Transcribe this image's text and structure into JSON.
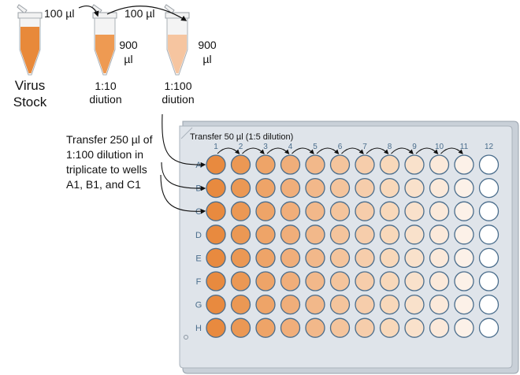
{
  "tubes": [
    {
      "label_lines": [
        "Virus",
        "Stock"
      ],
      "volume_lines": [],
      "fill_color": "#e8893a"
    },
    {
      "label_lines": [
        "1:10",
        "diution"
      ],
      "volume_lines": [
        "900",
        "µl"
      ],
      "fill_color": "#ee9a52"
    },
    {
      "label_lines": [
        "1:100",
        "diution"
      ],
      "volume_lines": [
        "900",
        "µl"
      ],
      "fill_color": "#f6c5a0"
    }
  ],
  "transfers": [
    "100 µl",
    "100 µl"
  ],
  "instruction_lines": [
    "Transfer 250 µl of",
    "1:100 dilution in",
    "triplicate to wells",
    "A1, B1, and C1"
  ],
  "plate": {
    "header": "Transfer 50 µl (1:5 dilution)",
    "columns": [
      "1",
      "2",
      "3",
      "4",
      "5",
      "6",
      "7",
      "8",
      "9",
      "10",
      "11",
      "12"
    ],
    "rows": [
      "A",
      "B",
      "C",
      "D",
      "E",
      "F",
      "G",
      "H"
    ],
    "column_colors": [
      "#e88a3f",
      "#eb9854",
      "#eea468",
      "#f0ae7a",
      "#f2b88a",
      "#f4c49c",
      "#f6cdab",
      "#f8d8ba",
      "#f9e1cb",
      "#fbe9da",
      "#fcf1e8",
      "#ffffff"
    ],
    "plate_color": "#dfe4ea",
    "accent_color": "#4a6d8c"
  }
}
